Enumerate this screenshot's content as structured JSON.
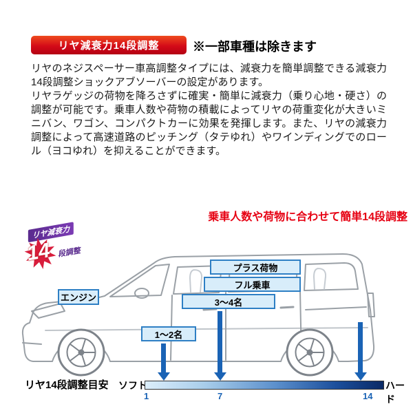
{
  "header": {
    "banner": "リヤ減衰力14段調整",
    "note": "※一部車種は除きます"
  },
  "body": {
    "para1": "リヤのネジスペーサー車高調整タイプには、減衰力を簡単調整できる減衰力14段調整ショックアブソーバーの設定があります。",
    "para2": "リヤラゲッジの荷物を降ろさずに確実・簡単に減衰力（乗り心地・硬さ）の調整が可能です。乗車人数や荷物の積載によってリヤの荷重変化が大きいミニバン、ワゴン、コンパクトカーに効果を発揮します。また、リヤの減衰力調整によって高速道路のピッチング（タテゆれ）やワインディングでのロール（ヨコゆれ）を抑えることができます。"
  },
  "diagram": {
    "caption": "乗車人数や荷物に合わせて簡単14段調整",
    "badge": {
      "title": "リヤ減衰力",
      "number": "14",
      "suffix": "段調整"
    },
    "labels": {
      "engine": "エンジン",
      "plus_luggage": "プラス荷物",
      "full_ride": "フル乗車",
      "people_3_4": "3～4名",
      "people_1_2": "1～2名"
    },
    "scale": {
      "title": "リヤ14段調整目安",
      "soft_label": "ソフト",
      "hard_label": "ハード",
      "ticks": [
        "1",
        "7",
        "14"
      ],
      "range": [
        1,
        14
      ]
    },
    "colors": {
      "accent_red": "#e60012",
      "banner_red": "#d40b18",
      "arrow_blue": "#1a63b5",
      "label_fill": "#d8edfa",
      "label_border": "#2e7fc4",
      "bar_gradient_start": "#dceefb",
      "bar_gradient_end": "#0a2a66"
    }
  }
}
